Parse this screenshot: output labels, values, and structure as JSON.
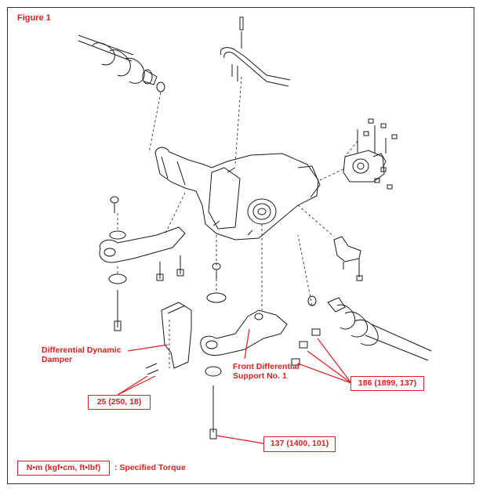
{
  "figure": {
    "title": "Figure 1"
  },
  "callouts": {
    "differential_damper": [
      "Differential Dynamic",
      "Damper"
    ],
    "front_support": [
      "Front Differential",
      "Support No. 1"
    ]
  },
  "torques": {
    "t25": "25 (250, 18)",
    "t186": "186 (1899, 137)",
    "t137": "137 (1400, 101)"
  },
  "legend": {
    "units": "N•m (kgf•cm, ft•lbf)",
    "label": ": Specified Torque"
  },
  "colors": {
    "accent": "#e0201f",
    "line": "#1a1a1a"
  }
}
